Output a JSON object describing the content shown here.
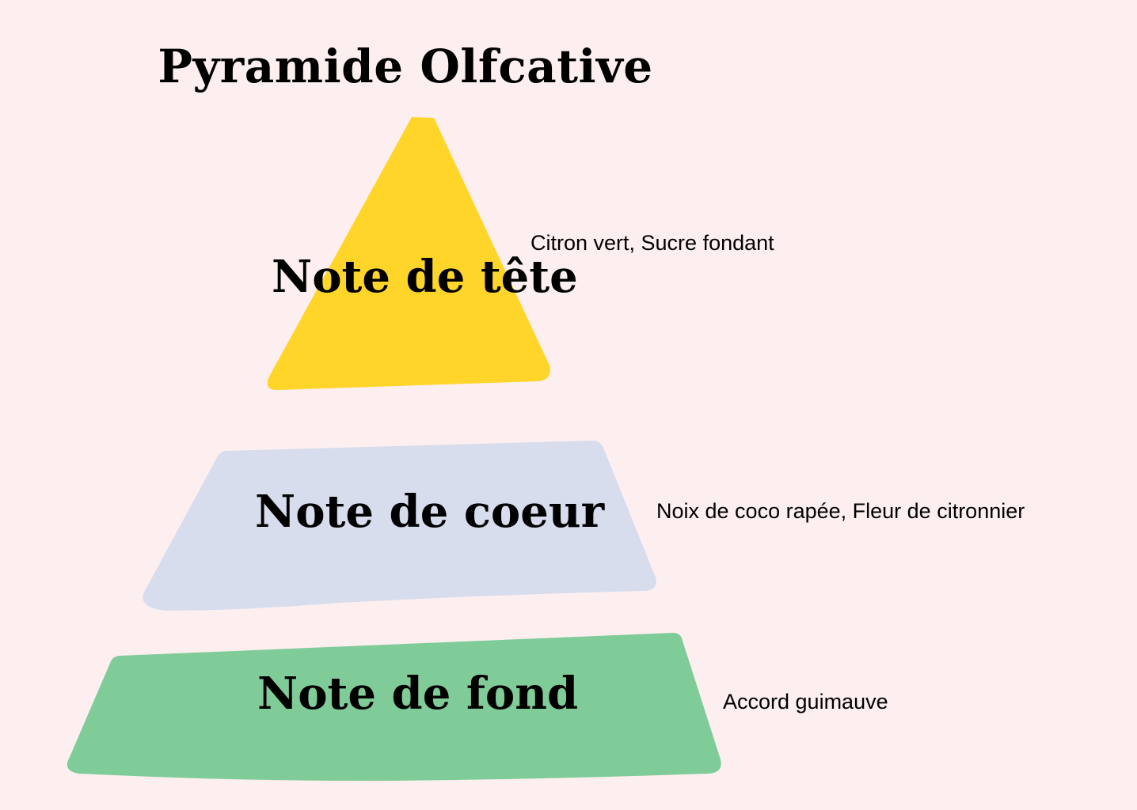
{
  "title": "Pyramide Olfcative",
  "tiers": [
    {
      "label": "Note de tête",
      "ingredients": "Citron vert, Sucre fondant",
      "color": "#FFD52A"
    },
    {
      "label": "Note de coeur",
      "ingredients": "Noix de coco rapée, Fleur de citronnier",
      "color": "#D7DDED"
    },
    {
      "label": "Note de fond",
      "ingredients": "Accord guimauve",
      "color": "#80CC99"
    }
  ],
  "background": "#FDEFEF"
}
